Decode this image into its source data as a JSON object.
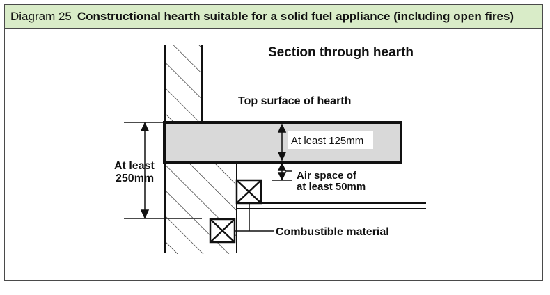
{
  "title": {
    "number": "Diagram 25",
    "text": "Constructional hearth suitable for a solid fuel appliance (including open fires)"
  },
  "labels": {
    "section": "Section through hearth",
    "top_surface": "Top surface of hearth",
    "thickness": "At least 125mm",
    "air_space_line1": "Air space of",
    "air_space_line2": "at least 50mm",
    "total_line1": "At least",
    "total_line2": "250mm",
    "combustible": "Combustible material"
  },
  "colors": {
    "title_bg": "#d9ecc8",
    "hearth_fill": "#d9d9d9",
    "line": "#111111"
  }
}
